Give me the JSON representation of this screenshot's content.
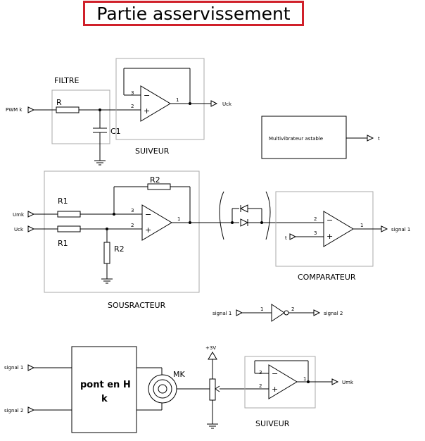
{
  "title": "Partie asservissement",
  "labels": {
    "filtre": "FILTRE",
    "suiveur": "SUIVEUR",
    "sousracteur": "SOUSRACTEUR",
    "comparateur": "COMPARATEUR",
    "multivibrateur": "Multivibrateur astable",
    "pont_line1": "pont en H",
    "pont_line2": "k",
    "mk": "MK",
    "plus3v": "+3V"
  },
  "components": {
    "R": "R",
    "C1": "C1",
    "R1": "R1",
    "R2": "R2"
  },
  "signals": {
    "pwm": "PWM k",
    "uck": "Uck",
    "t": "t",
    "umk": "Umk",
    "signal1": "signal 1",
    "signal2": "signal 2"
  },
  "pins": {
    "one": "1",
    "two": "2",
    "three": "3",
    "minus": "−",
    "plus": "+"
  }
}
